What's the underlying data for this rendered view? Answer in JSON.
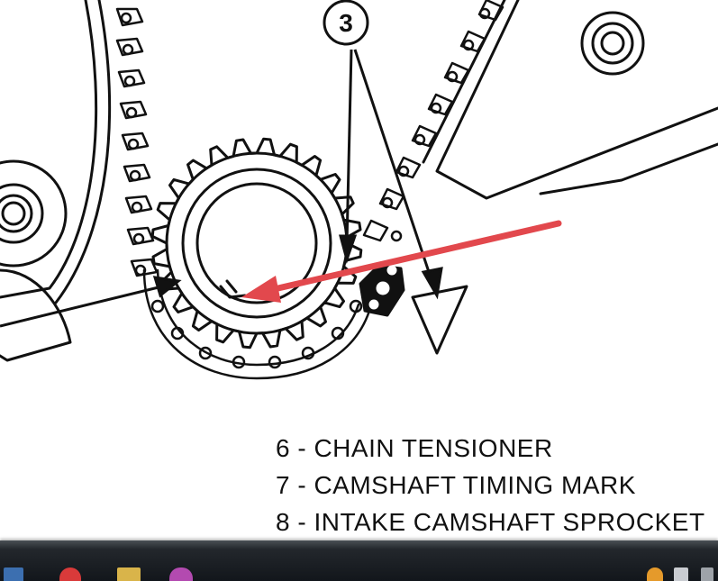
{
  "diagram": {
    "callout_number": "3",
    "legend": [
      "6 - CHAIN TENSIONER",
      "7 - CAMSHAFT TIMING MARK",
      "8 - INTAKE CAMSHAFT SPROCKET"
    ],
    "colors": {
      "line_art": "#111111",
      "annotation_arrow": "#e2484d",
      "taskbar": "#1a1e23"
    }
  },
  "taskbar": {
    "icons": [
      "app-icon",
      "app-icon",
      "app-icon",
      "app-icon",
      "tray-icon",
      "tray-icon",
      "tray-icon"
    ]
  }
}
